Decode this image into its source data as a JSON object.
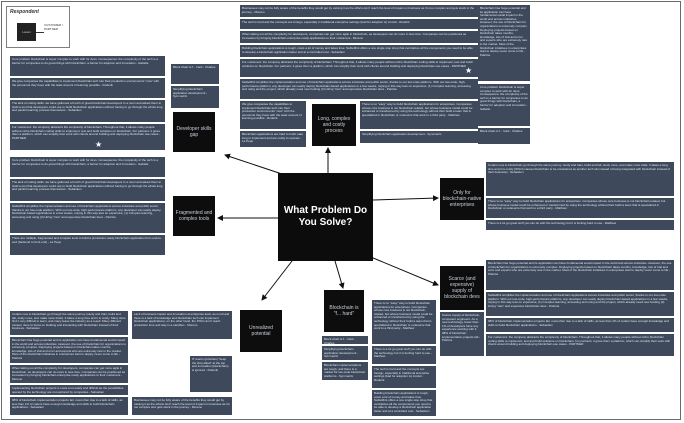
{
  "legend": {
    "title": "Respondent",
    "box_label": "Lorem",
    "customer_label": "CUSTOMER / PARTNER"
  },
  "center": {
    "question": "What Problem Do You Solve?"
  },
  "themes": {
    "developer_skills_gap": "Developer skills gap",
    "long_complex_costly": "Long, complex and costly process",
    "fragmented_tools": "Fragmented and complex tools",
    "only_enterprises": "Only for blockchain-native enterprises",
    "unrealized_potential": "Unrealized potential",
    "hard_blockchain": "Blockchain is \"f... hard\"",
    "scarce_expensive": "Scarce (and expensive) supply of blockchain devs"
  },
  "notes": {
    "tl1": "Core problem blockchain is super complex to work with for devs. Consequence: the complexity of the tech is a barrier for companies to do great things with blockchain, a barrier for adoption and innovation - Isabelle",
    "tl2": "We give companies the capabilities to implement blockchain tech into their production environments \"now\" with the personnel they have with the least amount of learning possible - Roderik",
    "tl3": "The lack of coding skills: we have gathered a bunch of great blockchain developers in a room and asked them to build a tool that developers could use to build blockchain applications without having to go through the whole long and painful learning process themselves - Sebastien",
    "tl4": "For customers: the company abstracts the complexity of blockchain. Throughout that, it allows many people without niche blockchain coding skills to implement, test and build solutions on blockchain. For partners: it gives them a platform, which can simplify their work with clients around building and deploying blockchain use cases - PARTNER",
    "s1": "Block chain is f... hard - Charles",
    "s2": "Simplifying blockchain application development - Symmetrix",
    "tc1": "Businesses may not be fully aware of the benefits they would get by valuing it as the efforts don't reach the level of impact on business as it's too complex and gets stuck in the journey - Moreno",
    "tc2": "The tech is hard and the concepts are foreign, especially in traditional enterprise settings (bad for adoption is) crucial - Roderik",
    "tc3": "When taking out all the complexity for developers, companies can get more agile in blockchain, as developers can do more in less time. Companies can be positioned as innovators by bringing blockchain enterprise ready applications to their customers - Moreno",
    "tc4": "Building blockchain applications is tough, costs a lot of money and takes time. SettleMint offers a one single stop shop that centralizes all the components you need to be able to develop a blockchain application faster and at a controlled cost - Sebastien",
    "tc5": "For customers: the company abstracts the complexity of blockchain. Throughout that, it allows many people without niche blockchain coding skills to implement, test and build solutions on blockchain. For partners: it gives them a platform, which can simplify their work with clients around building and deploying blockchain use cases - PARTNER",
    "tc6": "SettleMint simplifies the implementation and use of blockchain applications across industries and public sector, thanks to our low-code platform. With our low-code, high-performance platform, any developer can easily deploy blockchain-based applications in a few weeks, relying in this way less on expensive, (1) Complex learning, accessing and using and the project, which already need new funding (2) Hiring \"rare\" and expensive blockchain devs - Patricia",
    "tc7": "We give companies the capabilities to implement blockchain tech into their production environments \"now\" with the personnel they have with the least amount of learning possible - Roderik",
    "tc8": "Blockchain applications are hard to build, take long to implement and are costly to operate - La Pepe",
    "tc9": "There is no \"easy\" way to build blockchain applications for enterprises. Companies whose core business is not blockchain-related, but whose business model could be enhanced or transformed by using the technology without their build a team that is specialized in blockchain or outsource that work to a third party - Matthew",
    "tc10": "Simplifying blockchain application development - Symmetrix",
    "tr1": "Blockchain has huge potential and its application can have fundamental social impact in the world and across industries. However, the use of blockchain for organizations is extremely complex. Deploying projects based on blockchain takes months, knowledge, lots of trial and error and experts who are extremely rare in the market. Most of the blockchain initiatives in enterprises start to deploy never come to life - Patricia",
    "tr2": "Core problem blockchain is super complex to work with for devs. Consequence: the complexity of the tech is a barrier for companies to do great things with blockchain, a barrier for adoption and innovation - Isabelle",
    "tr3": "Block chain is f... hard - Charles",
    "ml1": "Core problem blockchain is super complex to work with for devs. Consequence: the complexity of the tech is a barrier for companies to do great things with blockchain, a barrier for adoption and innovation - Isabelle",
    "ml2": "The lack of coding skills: we have gathered a bunch of great blockchain developers in a room and asked them to build a tool that developers could use to build blockchain applications without having to go through the whole long and painful learning process themselves - Sebastien",
    "ml3": "SettleMint simplifies the implementation and use of blockchain applications across industries and public sector, thanks to our low-code platform. With our low-code, high-performance platform, any developer can easily deploy blockchain-based applications in a few weeks, relying in this way less on expensive, (1) Complex learning, accessing and using (2) Hiring \"rare\" and expensive blockchain devs - Patricia",
    "ml4": "There are multiple, fragmented and complex tools to build a production-ready blockchain application from end-to-end (backend to front end) - La Pepe",
    "mr1": "Coders new to blockchain go through the same journey: study and train, build and fail, study more, and make more trials. It takes a long time and it is costly (Which causes blockchain to be considered as another tech silo instead of being integrated with blockchain instead of their business) - Sebastien",
    "mr2": "There is no \"easy\" way to build blockchain applications for enterprises. Companies whose core business is not blockchain-related, but whose business model could be enhanced or transformed by using the technology without their build a team that is specialized in blockchain or outsource that work to a third party - Matthew",
    "mr3": "There is a lot go great stuff you can do with the technology but it is fucking hard to use - Matthew",
    "bl1": "Coders new to blockchain go through the same journey (study and train, build and fail, study more, and make more trials). It takes a long time and it is costly. Many devs find it very difficult to learn, and many leave the industry as a result. Many different causes: devs to focus on building and interacting with blockchain instead of their business - Sebastien",
    "bl2": "Blockchain has huge potential and its application can have fundamental social impact in the world and across industries. However, the use of blockchain for organizations is extremely complex. Deploying projects based on blockchain takes months, knowledge, lots of trial and error and experts who are extremely rare in the market. Most of the blockchain initiatives in enterprises start to deploy never come to life - Patricia",
    "bl3": "When taking out all the complexity for developers, companies can get more agile in blockchain, as developers can do more in less time. Companies can be positioned as innovators by bringing blockchain enterprise ready applications to their customers - Moreno",
    "bl4": "Implementing blockchain projects is costs a lot easily and difficult as the possibilities opened by the technology are not explored by companies - Sebastien",
    "bl5": "98% of blockchain implementation projects fail, most often due to a lack of skills, as less than 1% of coders have enough knowledge and skills to build blockchain applications - Sebastien",
    "bl6": "Lack of business impact and innovation at enterprise level, as non-hand there is a lack of knowledge and blockchain tech can implement blockchain applications, on the other hand, the POCs don't reach production time and stay in a sandbox - Moreno",
    "bl7": "IT teams (priorities) \"keep the ship afloat\" at the top and innovation (blockchain) is ignored - Roderik",
    "bl8": "Businesses may not be fully aware of the benefits they would get by valuing it as the efforts don't reach the level of impact on business as it's too complex and gets stuck in the journey - Moreno",
    "bc1": "Block chain is f... hard - Charles",
    "bc2": "Simplifying blockchain application development - Symmetrix",
    "bc3": "Blockchain implementations are tough, and there is a market for low-code blockchain platforms - Symmetrix",
    "bc4": "There is no \"easy\" way to build blockchain applications for enterprises. Companies whose core business is not blockchain-related, but whose business model could be enhanced or transformed by using the technology without their build a team that is specialized in blockchain or outsource that work to a third party - Matthew",
    "bc5": "There is a lot go great stuff you can do with the technology but it is fucking hard to use - Matthew",
    "bc6": "The tech is hard and the concepts are foreign, especially in traditional enterprise settings (bad for adoption is) crucial - Roderik",
    "bc7": "Building blockchain applications is tough, costs a lot of money and takes time. SettleMint offers a one single stop shop that centralizes all the components you need to be able to develop a blockchain application faster and at a controlled cost - Sebastien",
    "br1": "Blockchain has huge potential and its application can have fundamental social impact in the world and across industries. However, the use of blockchain for organizations is extremely complex. Deploying projects based on blockchain takes months, knowledge, lots of trial and error and experts who are extremely rare in the market. Most of the blockchain initiatives in enterprises start to deploy never come to life - Patricia",
    "br2": "SettleMint simplifies the implementation and use of blockchain applications across industries and public sector, thanks to our low-code platform. With our low-code, high-performance platform, any developer can easily deploy blockchain-based applications in a few weeks, relying in this way less on expensive, (1) Complex learning, accessing and using and the project, which already need new funding (2) Hiring \"rare\" and expensive blockchain devs - Patricia",
    "br3": "98% of blockchain implementation projects fail, most often due to a lack of skills, as less than 1% of coders have enough knowledge and skills to build blockchain applications - Sebastien",
    "br4": "For customers: the company abstracts the complexity of blockchain. Throughout that, it allows many people without niche blockchain coding skills to implement, test and build solutions on blockchain. For partners: it gives them a platform, which can simplify their work with clients around building and deploying blockchain use cases - PARTNER",
    "br5": "Scarce supply of blockchain-competent engineers. As a new technology, fewer than 1% of developers have any experience working with it. 98% of blockchain implementation projects fail - Patricia"
  }
}
